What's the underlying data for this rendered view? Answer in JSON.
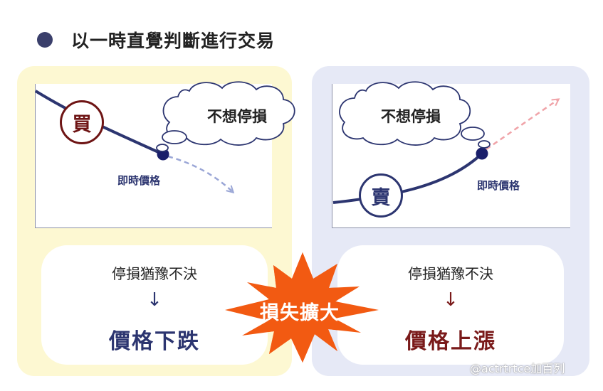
{
  "header": {
    "title": "以一時直覺判斷進行交易"
  },
  "left": {
    "badge": "買",
    "thought": "不想停損",
    "price_label": "即時價格",
    "hesitate": "停損猶豫不決",
    "arrow": "↓",
    "result": "價格下跌"
  },
  "right": {
    "badge": "賣",
    "thought": "不想停損",
    "price_label": "即時價格",
    "hesitate": "停損猶豫不決",
    "arrow": "↓",
    "result": "價格上漲"
  },
  "center": {
    "burst": "損失擴大"
  },
  "watermark": "@actrtrtce加百列",
  "colors": {
    "navy": "#2c3570",
    "maroon": "#6e1414",
    "burst": "#f25a12",
    "left_panel": "#fdf8d2",
    "right_panel": "#e6e9f6"
  }
}
